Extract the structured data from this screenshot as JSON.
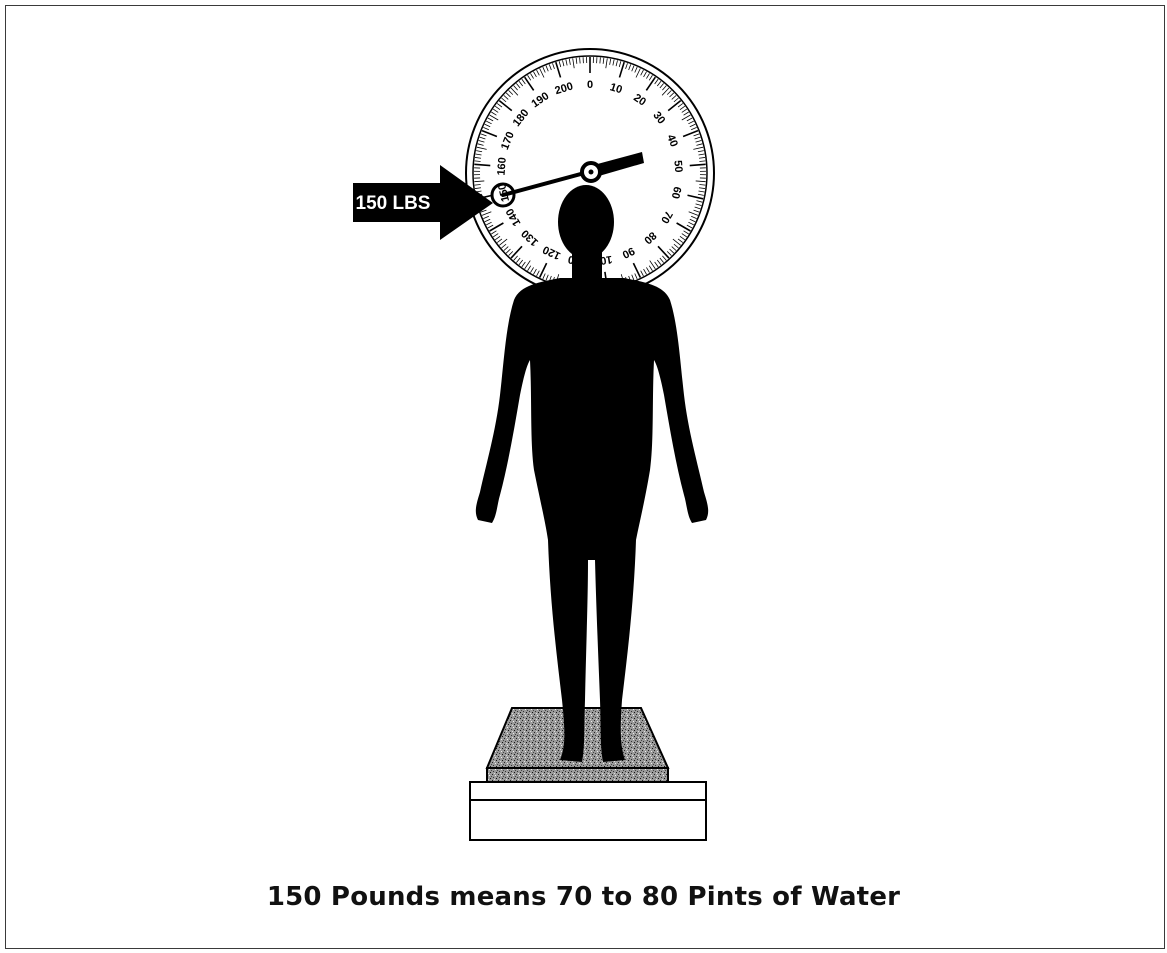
{
  "arrow_label": "150 LBS",
  "caption": "150 Pounds means 70 to 80 Pints of Water",
  "scale_dial": {
    "unit": "LBS",
    "reading": 150,
    "tick_labels": [
      "0",
      "10",
      "20",
      "30",
      "40",
      "50",
      "60",
      "70",
      "80",
      "90",
      "100",
      "110",
      "120",
      "130",
      "140",
      "150",
      "160",
      "170",
      "180",
      "190",
      "200"
    ],
    "max": 210,
    "highlighted_label": "150"
  },
  "icons": [
    "scale-dial-icon",
    "person-silhouette-icon",
    "scale-platform-icon",
    "arrow-icon"
  ],
  "colors": {
    "ink": "#000000",
    "background": "#ffffff",
    "platform_texture": "#7d7d7d"
  }
}
